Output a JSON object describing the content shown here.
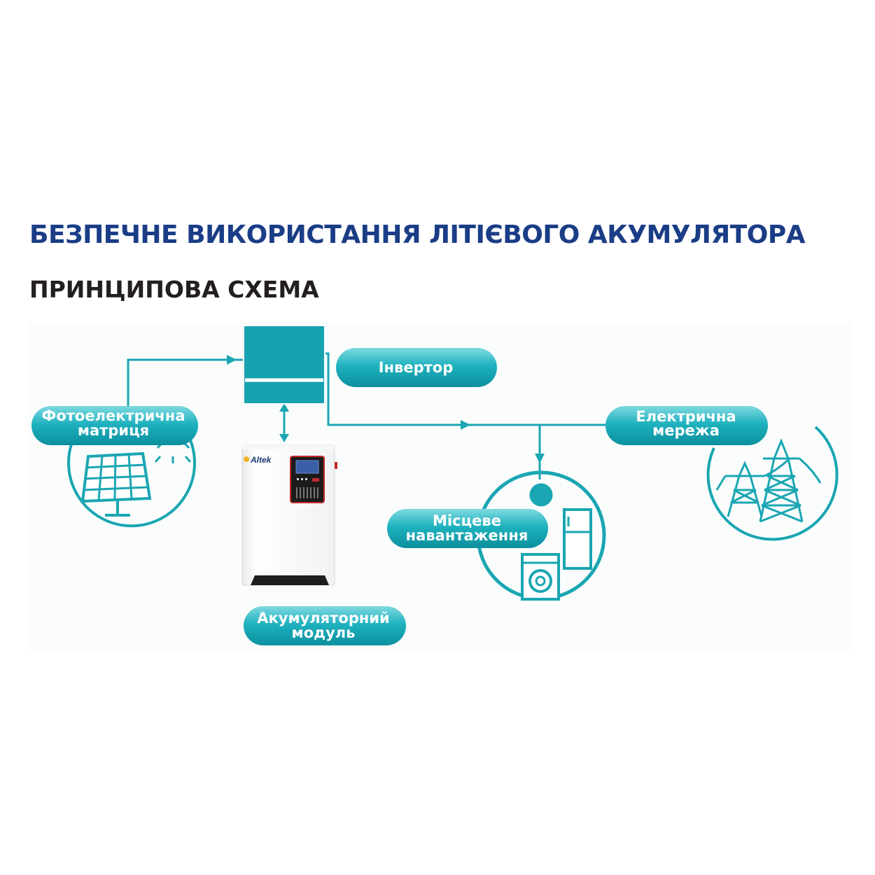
{
  "header": {
    "title": "БЕЗПЕЧНЕ ВИКОРИСТАННЯ ЛІТІЄВОГО АКУМУЛЯТОРА",
    "subtitle": "ПРИНЦИПОВА СХЕМА"
  },
  "diagram": {
    "inverter_label": "Інвертор",
    "pv_label_line1": "Фотоелектрична",
    "pv_label_line2": "матриця",
    "grid_label_line1": "Електрична",
    "grid_label_line2": "мережа",
    "load_label_line1": "Місцеве",
    "load_label_line2": "навантаження",
    "battery_label_line1": "Акумуляторний",
    "battery_label_line2": "модуль",
    "brand": "Altek"
  },
  "colors": {
    "title": "#1a3d86",
    "subtitle": "#231f20",
    "teal": "#1aa6b2",
    "pill": "#1aa8b5"
  }
}
